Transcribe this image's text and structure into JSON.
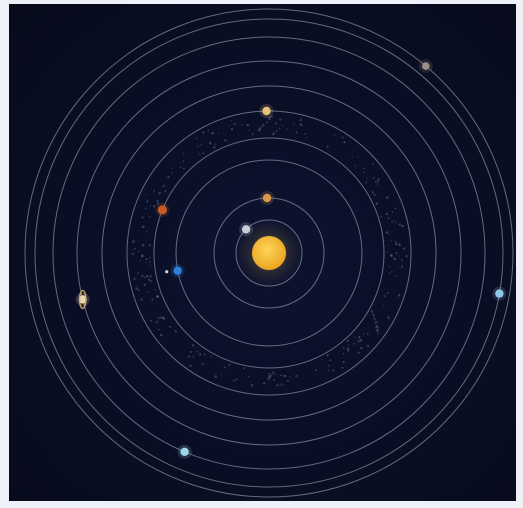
{
  "simulation": {
    "sun": {
      "name": "sun",
      "color": "#f5b933",
      "glow": "#f7c84a"
    },
    "orbits": 10,
    "bodies": [
      {
        "name": "mercury",
        "color": "#c9ced6",
        "orbit": 1,
        "angle_deg": 226
      },
      {
        "name": "venus",
        "color": "#d79a4b",
        "orbit": 2,
        "angle_deg": 268
      },
      {
        "name": "earth",
        "color": "#2f7fd6",
        "orbit": 3,
        "angle_deg": 169
      },
      {
        "name": "mars",
        "color": "#c45a25",
        "orbit": 4,
        "angle_deg": 202
      },
      {
        "name": "jupiter",
        "color": "#e6c27a",
        "orbit": 5,
        "angle_deg": 269
      },
      {
        "name": "saturn",
        "color": "#e8d7b2",
        "orbit": 7,
        "angle_deg": 166
      },
      {
        "name": "uranus",
        "color": "#9fd6ea",
        "orbit": 8,
        "angle_deg": 113
      },
      {
        "name": "neptune",
        "color": "#8ec7ea",
        "orbit": 9,
        "angle_deg": 10
      },
      {
        "name": "pluto",
        "color": "#9b8f86",
        "orbit": 10,
        "angle_deg": 310
      }
    ],
    "moon": {
      "name": "moon",
      "color": "#cfd3da"
    }
  }
}
